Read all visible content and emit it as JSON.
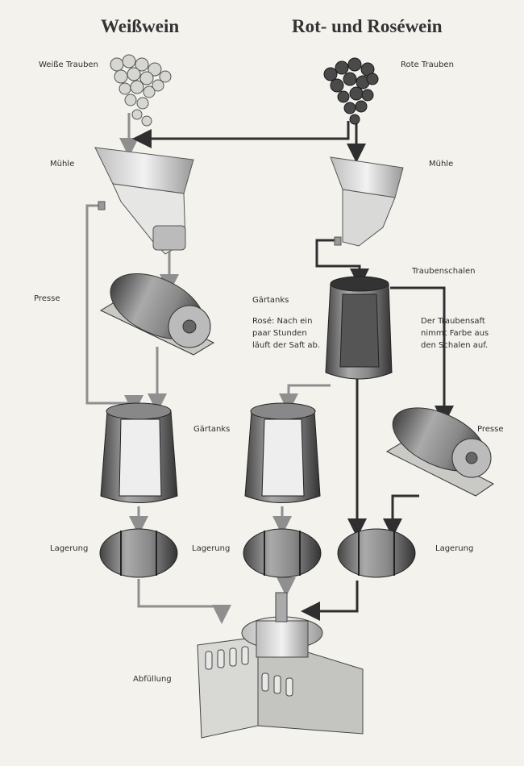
{
  "titles": {
    "white": "Weißwein",
    "red": "Rot- und Roséwein"
  },
  "labels": {
    "white_grapes": "Weiße Trauben",
    "red_grapes": "Rote Trauben",
    "mill_white": "Mühle",
    "mill_red": "Mühle",
    "press_white": "Presse",
    "grape_skins": "Traubenschalen",
    "fermentation_rose": "Gärtanks",
    "rose_note": [
      "Rosé: Nach ein",
      "paar Stunden",
      "läuft der Saft ab."
    ],
    "juice_note": [
      "Der Traubensaft",
      "nimmt Farbe aus",
      "den Schalen auf."
    ],
    "fermentation_white": "Gärtanks",
    "press_red": "Presse",
    "storage_white": "Lagerung",
    "storage_rose": "Lagerung",
    "storage_red": "Lagerung",
    "bottling": "Abfüllung"
  },
  "colors": {
    "white_flow": "#8f8f8f",
    "red_flow": "#2f2f2f",
    "paper": "#f3f2ed"
  }
}
